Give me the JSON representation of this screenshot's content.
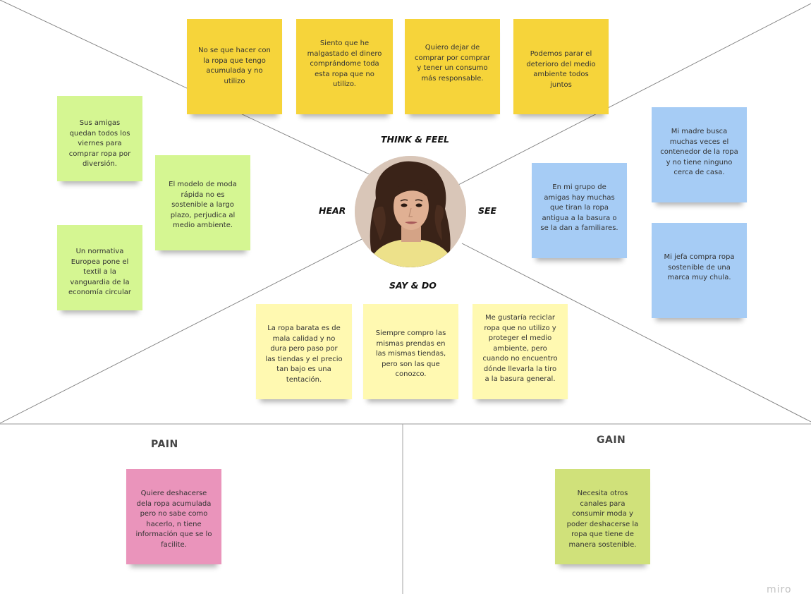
{
  "quadrants": {
    "think_feel": "THINK & FEEL",
    "hear": "HEAR",
    "see": "SEE",
    "say_do": "SAY & DO"
  },
  "sections": {
    "pain": "PAIN",
    "gain": "GAIN"
  },
  "think_feel_notes": [
    "No se que hacer con la ropa que tengo acumulada y no utilizo",
    "Siento que he malgastado el dinero comprándome toda esta ropa que no utilizo.",
    "Quiero dejar de comprar por comprar y tener un consumo más responsable.",
    "Podemos parar el deterioro del medio ambiente todos juntos"
  ],
  "hear_notes": [
    "Sus amigas quedan todos los viernes para comprar ropa por diversión.",
    "El modelo de moda rápida no es sostenible a largo plazo, perjudica al medio ambiente.",
    "Un normativa Europea pone el textil a la vanguardia de la economía circular"
  ],
  "see_notes": [
    "Mi madre busca muchas veces el contenedor de la ropa y no tiene ninguno cerca de casa.",
    "En mi grupo de amigas hay muchas que tiran la ropa antigua a la basura o se la dan a familiares.",
    "Mi jefa compra ropa sostenible de una marca muy chula."
  ],
  "say_do_notes": [
    "La ropa barata es de mala calidad y no dura pero paso por las tiendas y el precio tan bajo es una tentación.",
    "Siempre compro las mismas prendas en las mismas tiendas,  pero son las que conozco.",
    "Me gustaría reciclar ropa que no utilizo y proteger el medio ambiente, pero cuando no encuentro dónde llevarla la tiro  a la basura general."
  ],
  "pain_note": "Quiere deshacerse dela ropa acumulada pero no sabe como hacerlo, n tiene información que se lo facilite.",
  "gain_note": "Necesita otros canales para consumir moda y poder deshacerse la ropa que tiene de manera sostenible.",
  "watermark": "miro",
  "colors": {
    "think_feel": "#f6d43a",
    "hear": "#d5f692",
    "see": "#a6ccf5",
    "say_do": "#fff9b1",
    "pain": "#ea94bb",
    "gain": "#d0e17a"
  }
}
